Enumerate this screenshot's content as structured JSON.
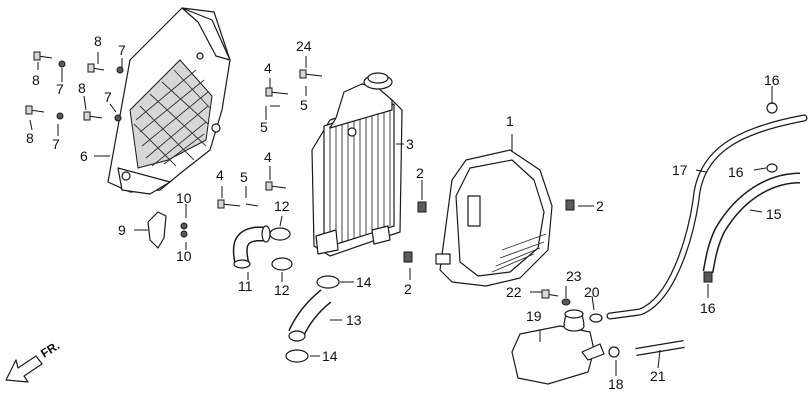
{
  "diagram": {
    "callouts": [
      {
        "id": "c1",
        "text": "1"
      },
      {
        "id": "c2a",
        "text": "2"
      },
      {
        "id": "c2b",
        "text": "2"
      },
      {
        "id": "c2c",
        "text": "2"
      },
      {
        "id": "c3",
        "text": "3"
      },
      {
        "id": "c4a",
        "text": "4"
      },
      {
        "id": "c4b",
        "text": "4"
      },
      {
        "id": "c4c",
        "text": "4"
      },
      {
        "id": "c5a",
        "text": "5"
      },
      {
        "id": "c5b",
        "text": "5"
      },
      {
        "id": "c5c",
        "text": "5"
      },
      {
        "id": "c6",
        "text": "6"
      },
      {
        "id": "c7a",
        "text": "7"
      },
      {
        "id": "c7b",
        "text": "7"
      },
      {
        "id": "c7c",
        "text": "7"
      },
      {
        "id": "c7d",
        "text": "7"
      },
      {
        "id": "c8a",
        "text": "8"
      },
      {
        "id": "c8b",
        "text": "8"
      },
      {
        "id": "c8c",
        "text": "8"
      },
      {
        "id": "c8d",
        "text": "8"
      },
      {
        "id": "c9",
        "text": "9"
      },
      {
        "id": "c10a",
        "text": "10"
      },
      {
        "id": "c10b",
        "text": "10"
      },
      {
        "id": "c11",
        "text": "11"
      },
      {
        "id": "c12a",
        "text": "12"
      },
      {
        "id": "c12b",
        "text": "12"
      },
      {
        "id": "c13",
        "text": "13"
      },
      {
        "id": "c14a",
        "text": "14"
      },
      {
        "id": "c14b",
        "text": "14"
      },
      {
        "id": "c15",
        "text": "15"
      },
      {
        "id": "c16a",
        "text": "16"
      },
      {
        "id": "c16b",
        "text": "16"
      },
      {
        "id": "c16c",
        "text": "16"
      },
      {
        "id": "c17",
        "text": "17"
      },
      {
        "id": "c18",
        "text": "18"
      },
      {
        "id": "c19",
        "text": "19"
      },
      {
        "id": "c20",
        "text": "20"
      },
      {
        "id": "c21",
        "text": "21"
      },
      {
        "id": "c22",
        "text": "22"
      },
      {
        "id": "c23",
        "text": "23"
      },
      {
        "id": "c24",
        "text": "24"
      }
    ],
    "direction_label": "FR."
  }
}
